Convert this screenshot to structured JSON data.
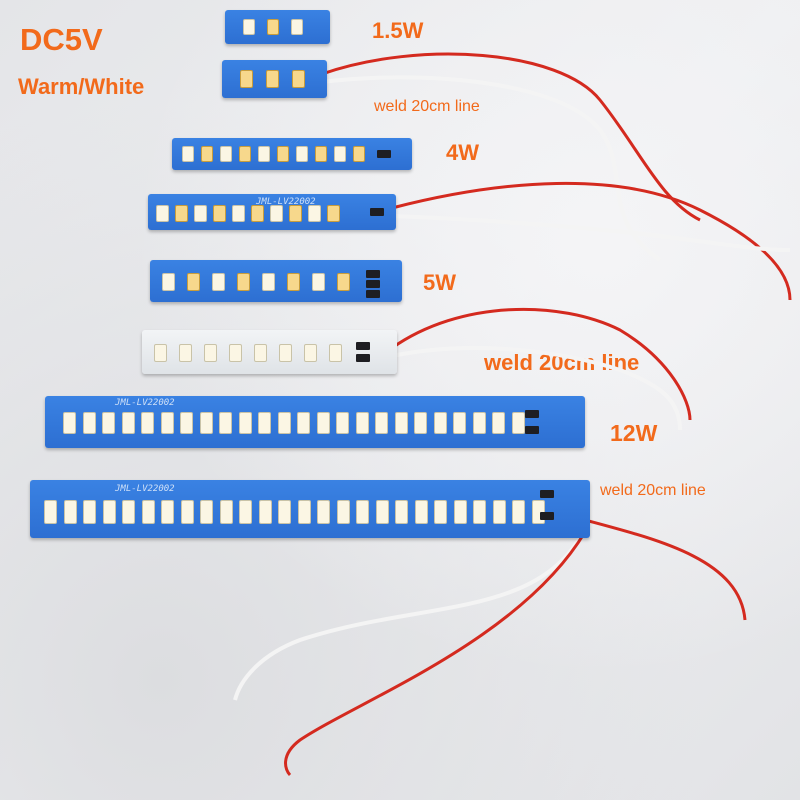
{
  "labels": {
    "voltage": "DC5V",
    "color_temp": "Warm/White",
    "p1": "1.5W",
    "weld1": "weld 20cm line",
    "p2": "4W",
    "p3": "5W",
    "weld2": "weld 20cm line",
    "p4": "12W",
    "weld3": "weld 20cm line"
  },
  "silkscreen": {
    "code_a": "JML-LV22002",
    "code_b": "JML-LV22002"
  },
  "colors": {
    "label": "#f26a1b",
    "board": "#2d6fd2",
    "wire_red": "#d42a1f",
    "wire_white": "#f4f4f4"
  }
}
